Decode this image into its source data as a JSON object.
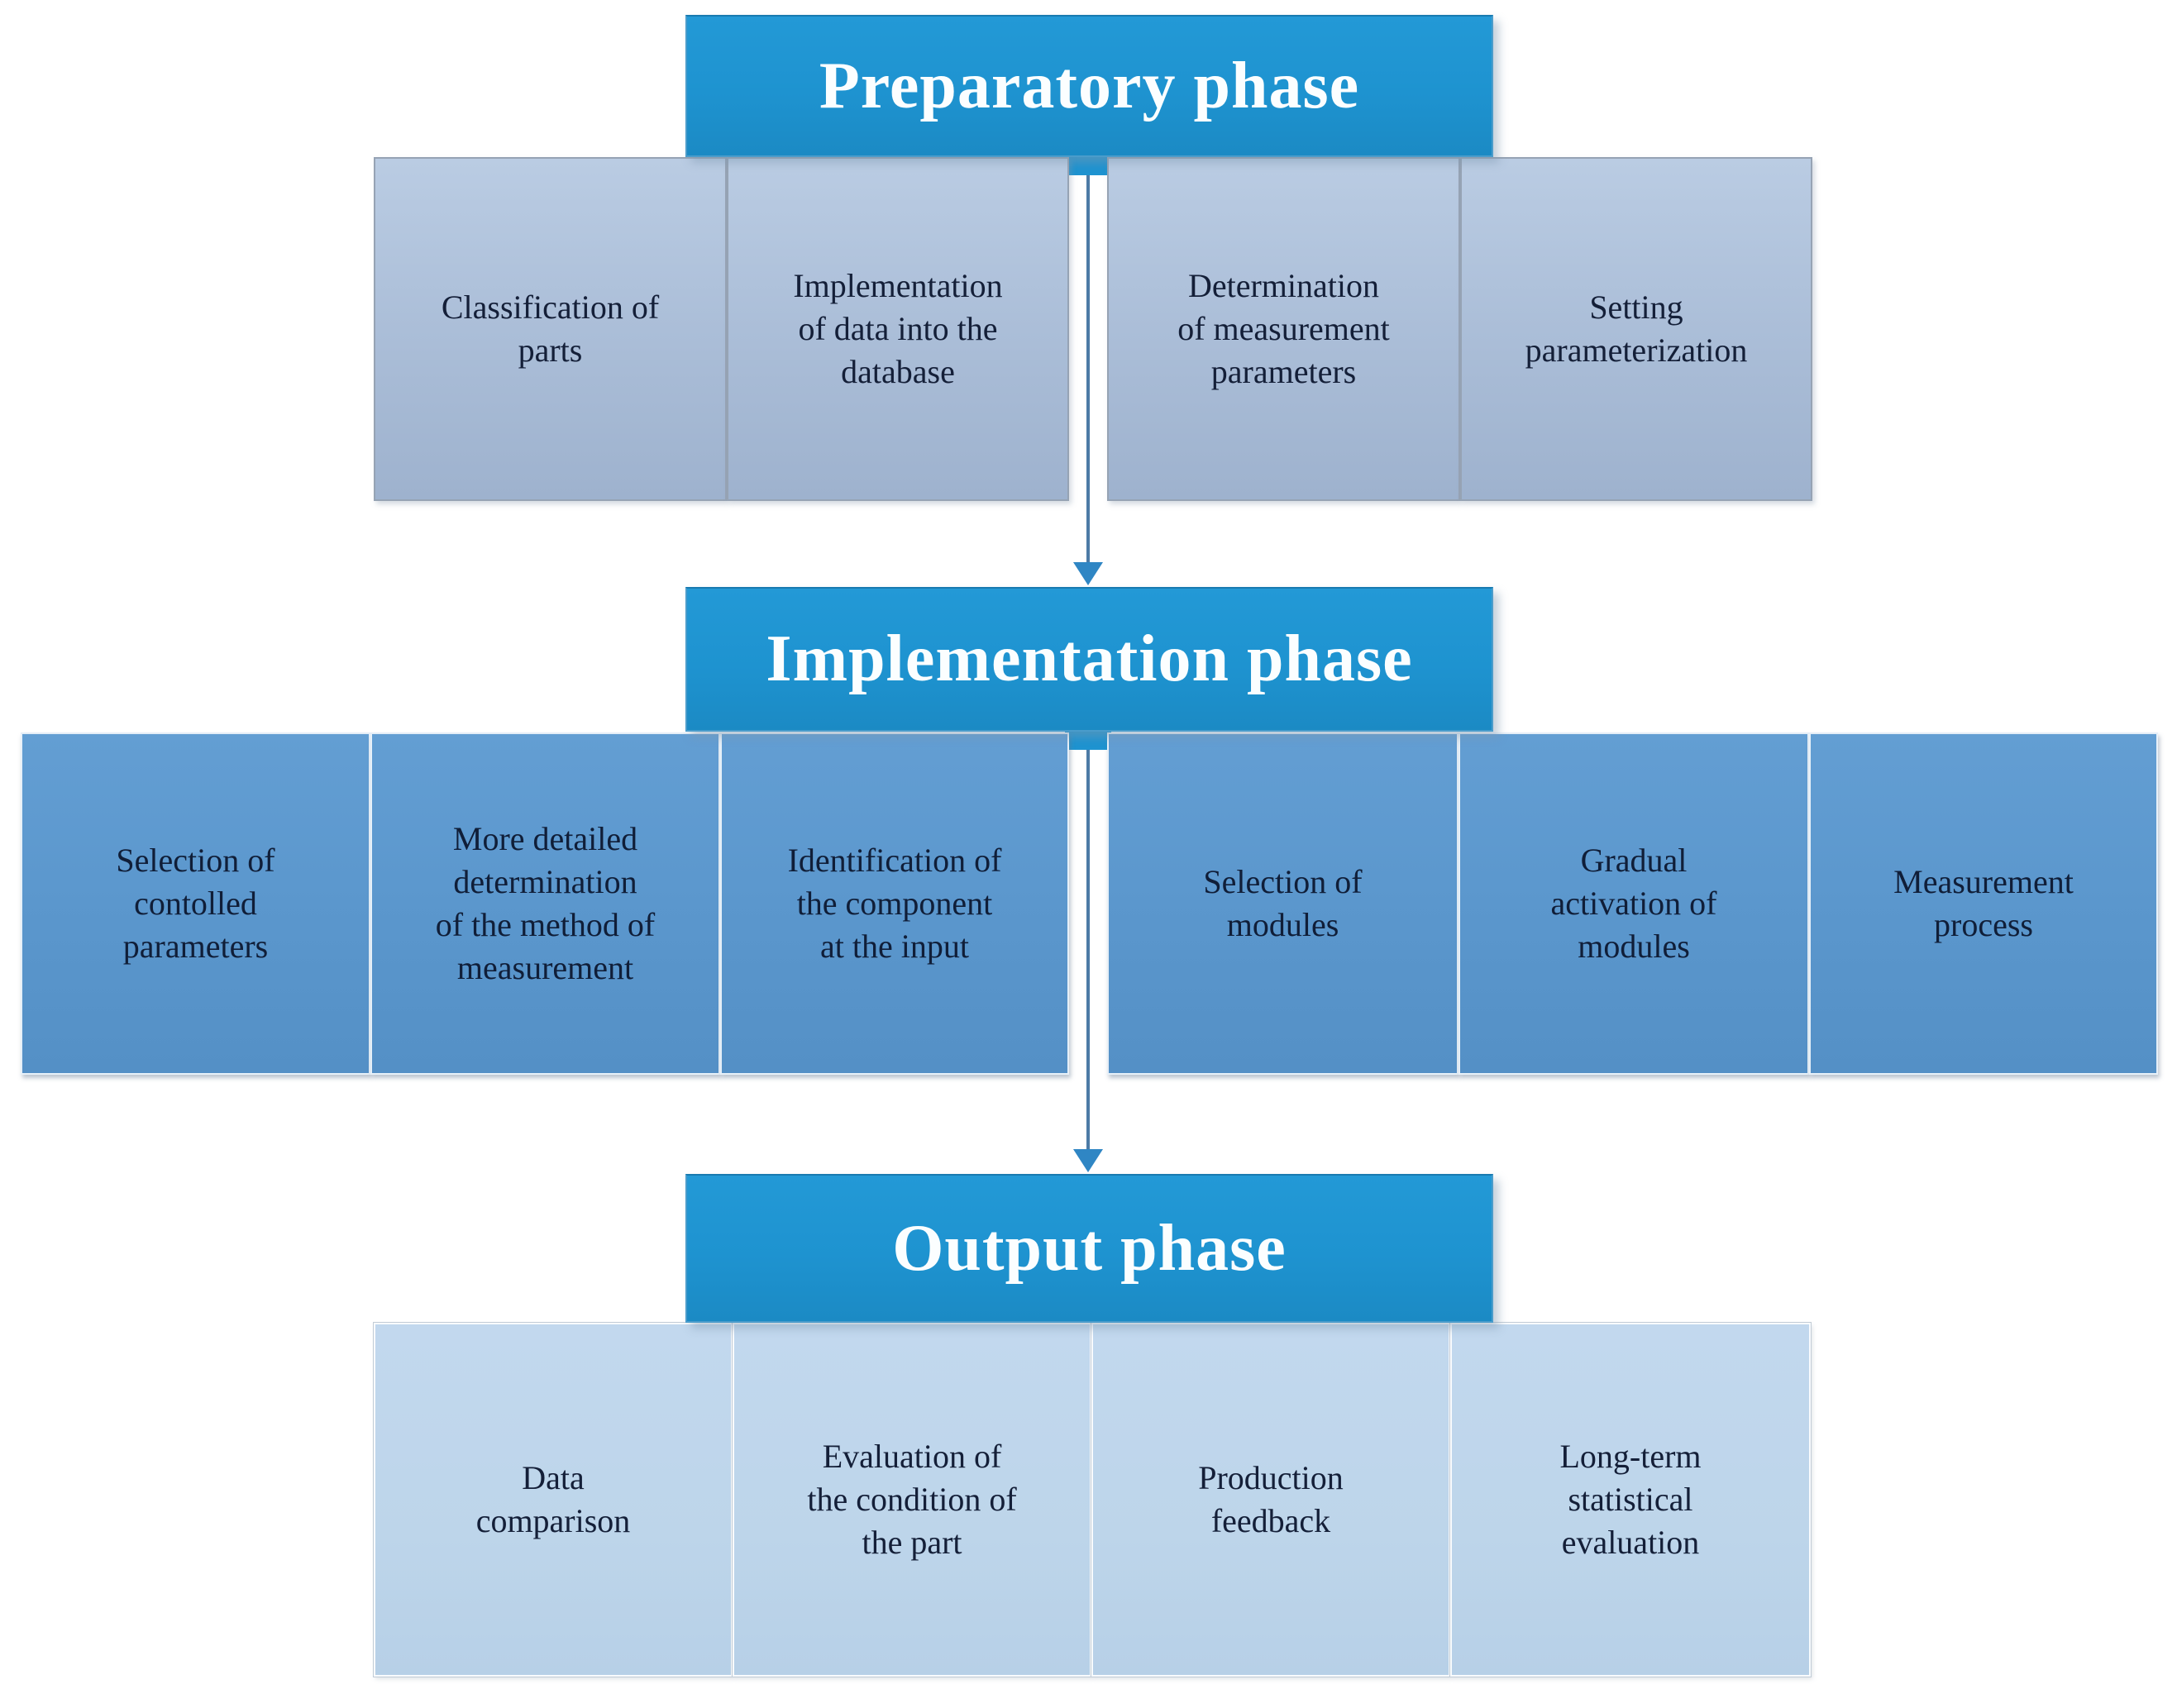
{
  "diagram": {
    "phases": [
      {
        "title": "Preparatory phase",
        "boxes": [
          "Classification of\nparts",
          "Implementation\nof data into the\ndatabase",
          "Determination\nof measurement\nparameters",
          "Setting\nparameterization"
        ]
      },
      {
        "title": "Implementation phase",
        "boxes": [
          "Selection of\ncontolled\nparameters",
          "More detailed\ndetermination\nof the method of\nmeasurement",
          "Identification of\nthe component\nat the input",
          "Selection of\nmodules",
          "Gradual\nactivation of\nmodules",
          "Measurement\nprocess"
        ]
      },
      {
        "title": "Output phase",
        "boxes": [
          "Data\ncomparison",
          "Evaluation of\nthe condition of\nthe part",
          "Production\nfeedback",
          "Long-term\nstatistical\nevaluation"
        ]
      }
    ],
    "colors": {
      "phase_header_bg": "#1E93D0",
      "phase_header_text": "#FBFEFF",
      "preparatory_box_bg": "#ABBED8",
      "implementation_box_bg": "#5B97CD",
      "output_box_bg": "#BDD5EA",
      "box_text": "#141F38",
      "arrow_line": "#4D7BA6",
      "arrow_head": "#2F86C4"
    }
  }
}
